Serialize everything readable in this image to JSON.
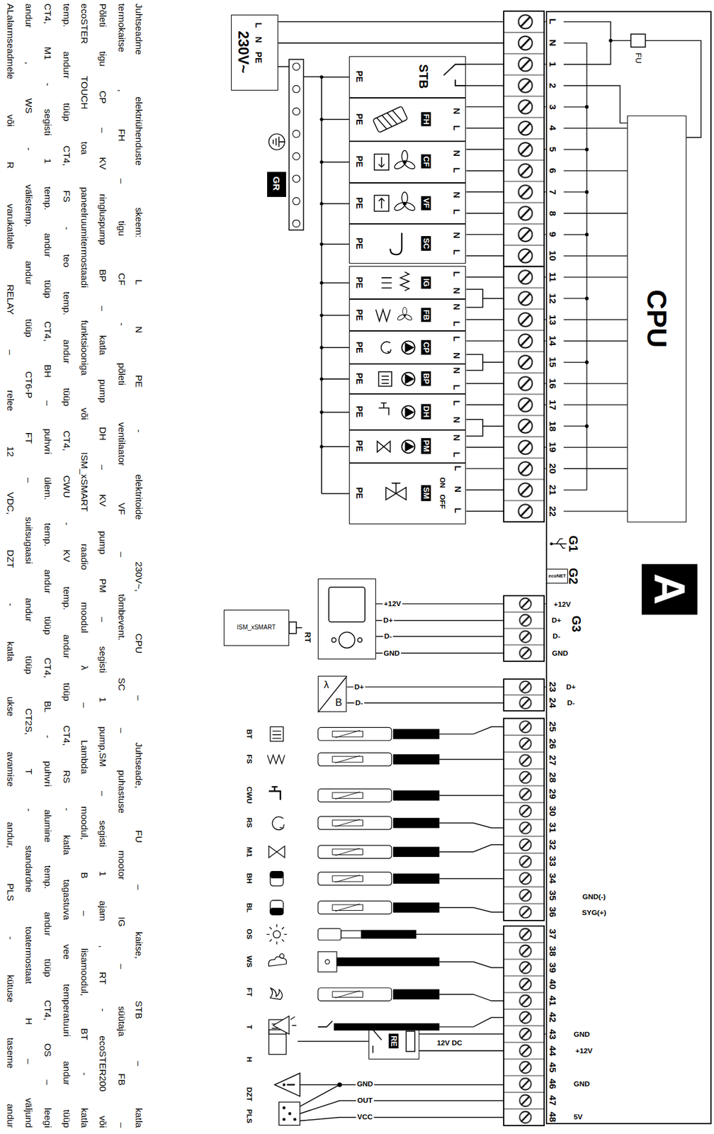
{
  "diagram": {
    "nodes": [
      {
        "text": [
          "A"
        ]
      },
      {
        "text": [
          "CPU"
        ],
        "in": 0
      },
      {
        "text": [
          "ecoNET"
        ],
        "in": 0
      },
      {
        "text": [
          "L N PE",
          "230V~"
        ]
      },
      {
        "text": [
          "STB",
          "PE"
        ]
      },
      {
        "text": [
          "N L",
          "FH",
          "PE"
        ]
      },
      {
        "text": [
          "N L",
          "CF",
          "PE"
        ]
      },
      {
        "text": [
          "N L",
          "VF",
          "PE"
        ]
      },
      {
        "text": [
          "N L",
          "SC",
          "PE"
        ]
      },
      {
        "text": [
          "L N",
          "IG",
          "PE"
        ]
      },
      {
        "text": [
          "N L",
          "FB",
          "PE"
        ]
      },
      {
        "text": [
          "L N",
          "CP",
          "PE"
        ]
      },
      {
        "text": [
          "N L",
          "BP",
          "PE"
        ]
      },
      {
        "text": [
          "L N",
          "DH",
          "PE"
        ]
      },
      {
        "text": [
          "N L",
          "PM",
          "PE"
        ]
      },
      {
        "text": [
          "ON OFF",
          "L N L",
          "SM",
          "PE"
        ]
      },
      {
        "text": [
          "GR"
        ]
      },
      {
        "text": [
          "RT"
        ]
      },
      {
        "text": [
          "ISM_xSMART"
        ]
      },
      {
        "text": [
          "λ",
          "B"
        ]
      },
      {
        "text": [
          "RE"
        ]
      }
    ],
    "edges": [
      {
        "from": 3,
        "to": 0,
        "arrow": "none"
      },
      {
        "from": 4,
        "to": 0,
        "arrow": "none"
      },
      {
        "from": 5,
        "to": 0,
        "arrow": "none"
      },
      {
        "from": 6,
        "to": 0,
        "arrow": "none"
      },
      {
        "from": 7,
        "to": 0,
        "arrow": "none"
      },
      {
        "from": 8,
        "to": 0,
        "arrow": "none"
      },
      {
        "from": 9,
        "to": 0,
        "arrow": "none"
      },
      {
        "from": 10,
        "to": 0,
        "arrow": "none"
      },
      {
        "from": 11,
        "to": 0,
        "arrow": "none"
      },
      {
        "from": 12,
        "to": 0,
        "arrow": "none"
      },
      {
        "from": 13,
        "to": 0,
        "arrow": "none"
      },
      {
        "from": 14,
        "to": 0,
        "arrow": "none"
      },
      {
        "from": 15,
        "to": 0,
        "arrow": "none"
      },
      {
        "from": 17,
        "to": 0,
        "arrow": "none"
      },
      {
        "from": 19,
        "to": 0,
        "arrow": "none"
      },
      {
        "from": 20,
        "to": 0,
        "arrow": "none"
      }
    ],
    "labels": [
      "FU",
      "L",
      "N",
      "1",
      "2",
      "3",
      "4",
      "5",
      "6",
      "7",
      "8",
      "9",
      "10",
      "11",
      "12",
      "13",
      "14",
      "15",
      "16",
      "17",
      "18",
      "19",
      "20",
      "21",
      "22",
      "G1",
      "G2",
      "G3",
      "+12V",
      "D+",
      "D-",
      "GND",
      "23",
      "24",
      "D+",
      "D-",
      "25",
      "26",
      "27",
      "28",
      "29",
      "30",
      "31",
      "32",
      "33",
      "34",
      "35",
      "36",
      "GND(-)",
      "SYG(+)",
      "37",
      "38",
      "39",
      "40",
      "41",
      "42",
      "43",
      "44",
      "45",
      "46",
      "47",
      "48",
      "GND",
      "+12V",
      "GND",
      "5V",
      "+12V",
      "D+",
      "D-",
      "GND",
      "D+",
      "D-",
      "BT",
      "FS",
      "CWU",
      "RS",
      "M1",
      "BH",
      "BL",
      "OS",
      "WS",
      "FT",
      "T",
      "H",
      "DZT",
      "PLS",
      "12V DC",
      "GND",
      "OUT",
      "VCC",
      "Juhtseadme elektriühenduste skeem: L N PE - elektritoide 230V~, CPU – Juhtseade, FU – kaitse, STB – katla",
      "termokaitse , FH – tigu CF - põleti ventilaator VF – tõmbevent. SC – puhastuse mootor IG – süütaja FB –",
      "Põleti tigu CP – KV ringluspump BP – katla pump DH – KV pump PM – segisti 1 pump,SM – segisti 1 ajam , RT - ecoSTER200 või",
      "ecoSTER TOUCH toa paneelruumitermostaadi funktsiooniga või ISM_xSMART raadio moodul λ – Lambda moodul, B – lisamoodul, BT - katla",
      "temp. andurr tüüp CT4, FS - teo temp. andur tüüp CT4, CWU - KV temp. andur tüüp CT4, RS - katla tagastuva vee temperatuuri andur tüüp",
      "CT4, M1 - segisti 1 temp. andur tüüp CT4, BH – puhvri ülem. temp. andur tüüp CT4, BL - puhvri alumine temp. andur tüüp CT4, OS – leegi",
      "andur , WS - välistemp. andur tüüp CT6-P FT – suitsugaasi andur tüüp CT2S, T - standardne toatermostaat H – väljund",
      "ALalarmseadmele või R varukatlale RELAY – relee 12 VDC, DZT - katla ukse avamise andur, PLS - kütuse taseme andur"
    ]
  }
}
